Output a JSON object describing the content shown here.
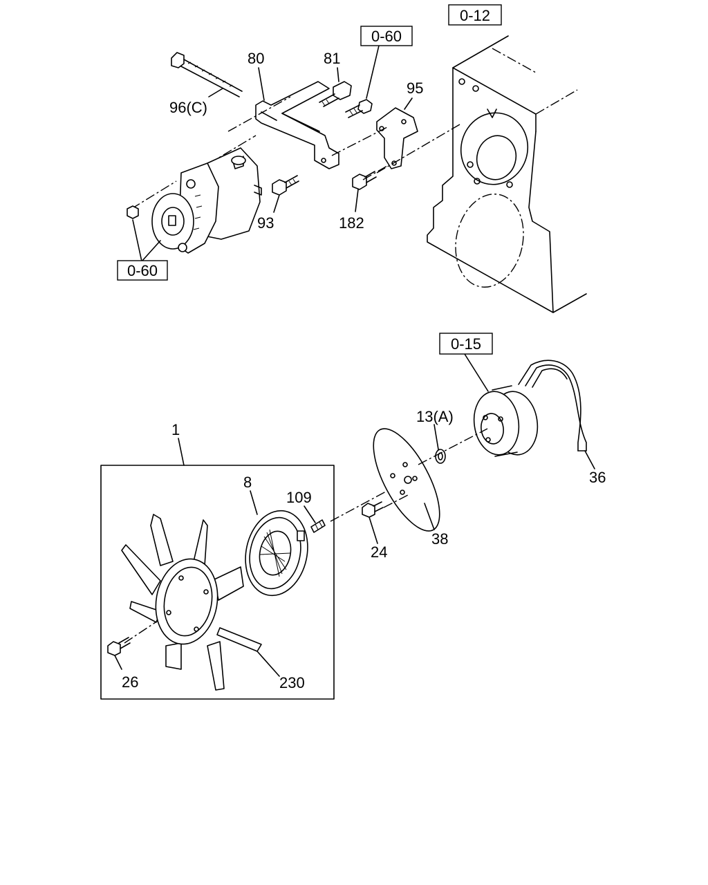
{
  "refs": {
    "r012": "0-12",
    "r060a": "0-60",
    "r060b": "0-60",
    "r015": "0-15"
  },
  "labels": {
    "p96c": "96(C)",
    "p80": "80",
    "p81": "81",
    "p95": "95",
    "p93": "93",
    "p182": "182",
    "p1": "1",
    "p8": "8",
    "p109": "109",
    "p13a": "13(A)",
    "p36": "36",
    "p38": "38",
    "p24": "24",
    "p26": "26",
    "p230": "230"
  }
}
